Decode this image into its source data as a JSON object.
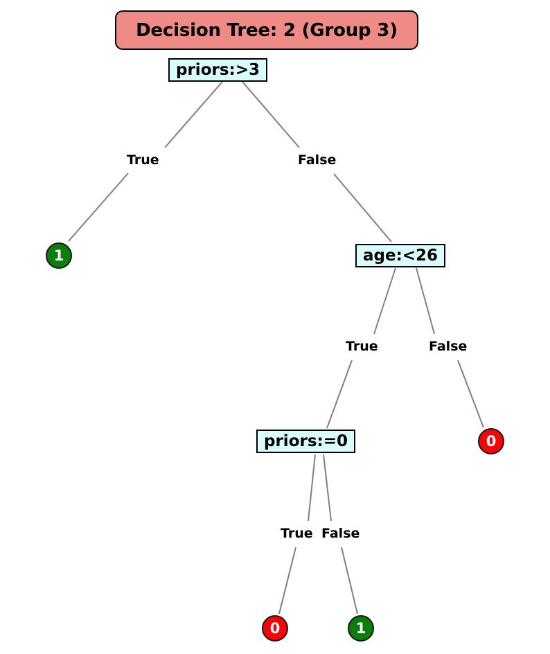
{
  "title": {
    "text": "Decision Tree: 2 (Group 3)"
  },
  "colors": {
    "title_fill": "#ee8b86",
    "node_fill": "#d9fcfc",
    "edge_stroke": "#808080",
    "leaf_class_0": "#fb0007",
    "leaf_class_1": "#0a7d0a",
    "border": "#000000",
    "background": "#ffffff"
  },
  "tree": {
    "nodes": {
      "root": {
        "label": "priors:>3",
        "type": "decision"
      },
      "leaf_a": {
        "label": "1",
        "type": "leaf",
        "cls": "1"
      },
      "age": {
        "label": "age:<26",
        "type": "decision"
      },
      "priors_eq0": {
        "label": "priors:=0",
        "type": "decision"
      },
      "leaf_b": {
        "label": "0",
        "type": "leaf",
        "cls": "0"
      },
      "leaf_c": {
        "label": "0",
        "type": "leaf",
        "cls": "0"
      },
      "leaf_d": {
        "label": "1",
        "type": "leaf",
        "cls": "1"
      }
    },
    "edges": [
      {
        "from": "root",
        "to": "leaf_a",
        "label": "True"
      },
      {
        "from": "root",
        "to": "age",
        "label": "False"
      },
      {
        "from": "age",
        "to": "priors_eq0",
        "label": "True"
      },
      {
        "from": "age",
        "to": "leaf_b",
        "label": "False"
      },
      {
        "from": "priors_eq0",
        "to": "leaf_c",
        "label": "True"
      },
      {
        "from": "priors_eq0",
        "to": "leaf_d",
        "label": "False"
      }
    ],
    "edge_labels": {
      "l1_true": "True",
      "l1_false": "False",
      "l2_true": "True",
      "l2_false": "False",
      "l3_true": "True",
      "l3_false": "False"
    }
  }
}
